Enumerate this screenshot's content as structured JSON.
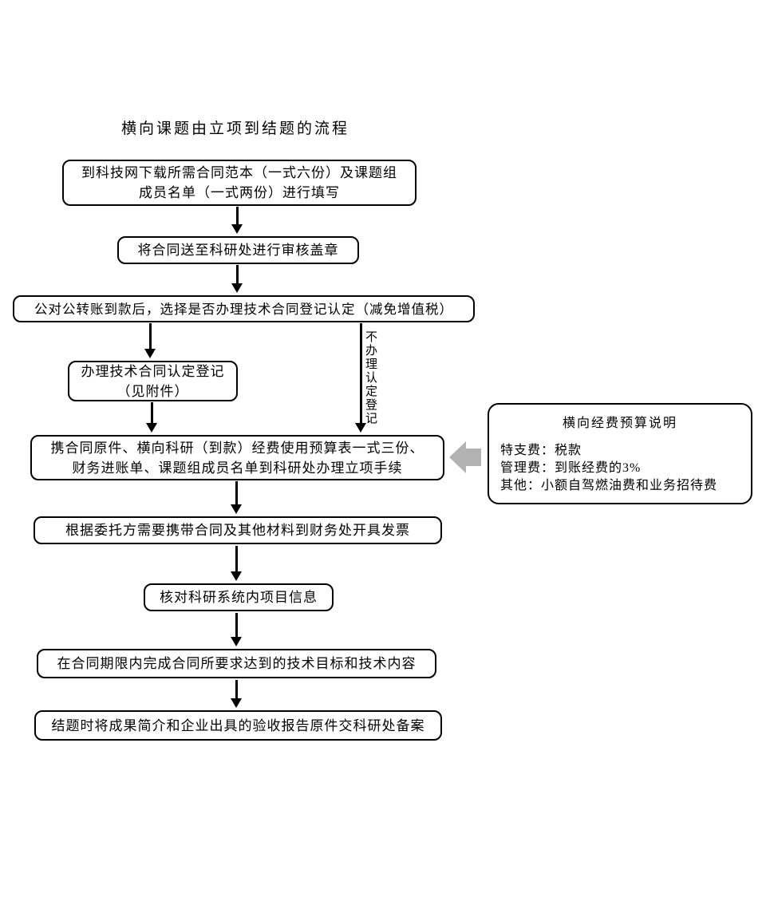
{
  "title": "横向课题由立项到结题的流程",
  "steps": {
    "s1": {
      "l1": "到科技网下载所需合同范本（一式六份）及课题组",
      "l2": "成员名单（一式两份）进行填写"
    },
    "s2": {
      "l1": "将合同送至科研处进行审核盖章"
    },
    "s3": {
      "l1": "公对公转账到款后，选择是否办理技术合同登记认定（减免增值税）"
    },
    "s4": {
      "l1": "办理技术合同认定登记",
      "l2": "（见附件）"
    },
    "s5": {
      "l1": "携合同原件、横向科研（到款）经费使用预算表一式三份、",
      "l2": "财务进账单、课题组成员名单到科研处办理立项手续"
    },
    "s6": {
      "l1": "根据委托方需要携带合同及其他材料到财务处开具发票"
    },
    "s7": {
      "l1": "核对科研系统内项目信息"
    },
    "s8": {
      "l1": "在合同期限内完成合同所要求达到的技术目标和技术内容"
    },
    "s9": {
      "l1": "结题时将成果简介和企业出具的验收报告原件交科研处备案"
    }
  },
  "branch_label": "不办理认定登记",
  "note": {
    "title": "横向经费预算说明",
    "line1": "特支费：税款",
    "line2": "管理费：到账经费的3%",
    "line3": "其他：小额自驾燃油费和业务招待费"
  },
  "colors": {
    "stroke": "#000000",
    "gray_arrow": "#b3b3b3",
    "background": "#ffffff"
  }
}
